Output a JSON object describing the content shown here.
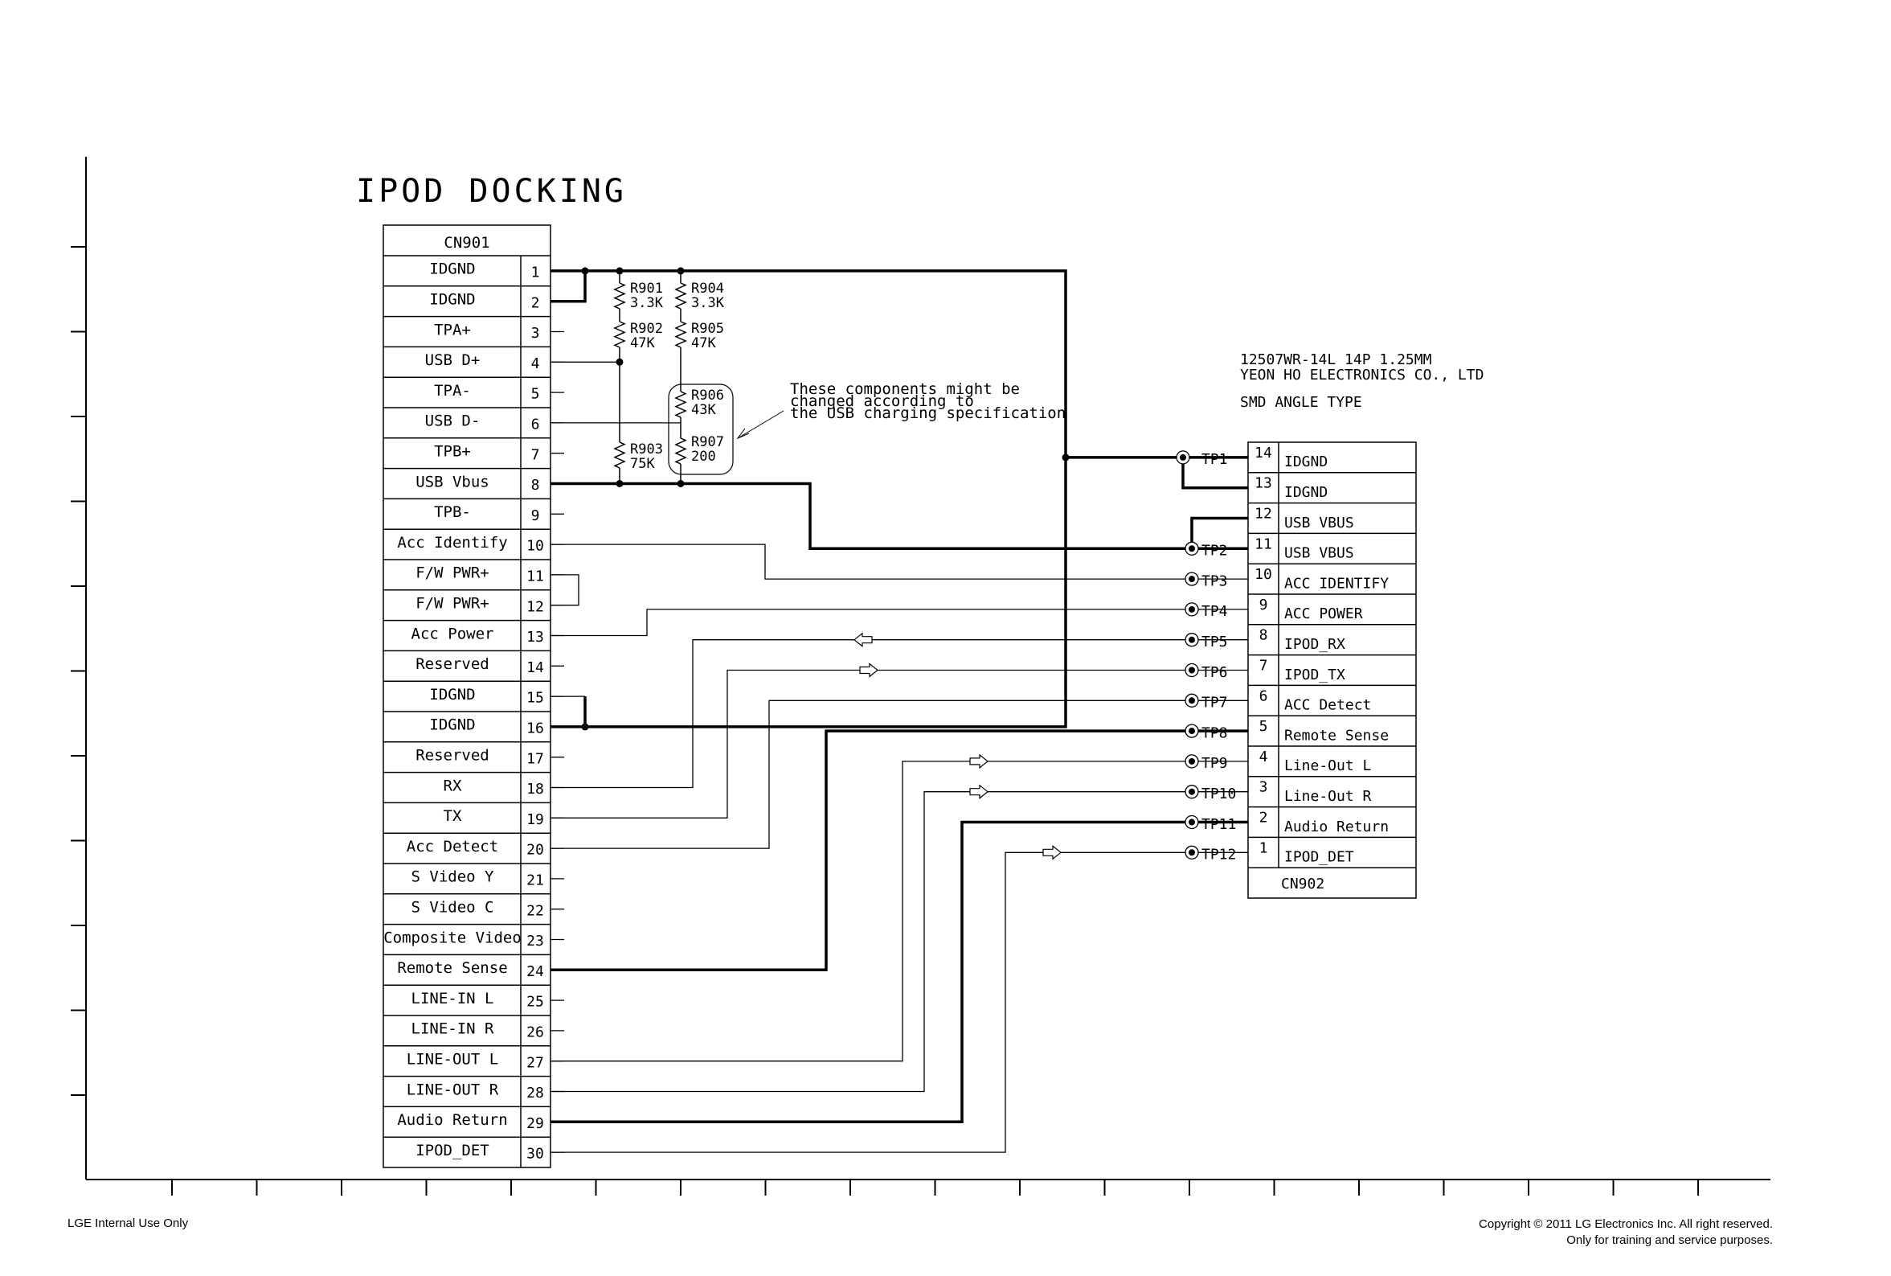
{
  "title": "IPOD DOCKING",
  "cn901": {
    "label": "CN901",
    "pins": [
      {
        "num": "1",
        "name": "IDGND"
      },
      {
        "num": "2",
        "name": "IDGND"
      },
      {
        "num": "3",
        "name": "TPA+"
      },
      {
        "num": "4",
        "name": "USB D+"
      },
      {
        "num": "5",
        "name": "TPA-"
      },
      {
        "num": "6",
        "name": "USB D-"
      },
      {
        "num": "7",
        "name": "TPB+"
      },
      {
        "num": "8",
        "name": "USB Vbus"
      },
      {
        "num": "9",
        "name": "TPB-"
      },
      {
        "num": "10",
        "name": "Acc Identify"
      },
      {
        "num": "11",
        "name": "F/W PWR+"
      },
      {
        "num": "12",
        "name": "F/W PWR+"
      },
      {
        "num": "13",
        "name": "Acc Power"
      },
      {
        "num": "14",
        "name": "Reserved"
      },
      {
        "num": "15",
        "name": "IDGND"
      },
      {
        "num": "16",
        "name": "IDGND"
      },
      {
        "num": "17",
        "name": "Reserved"
      },
      {
        "num": "18",
        "name": "RX"
      },
      {
        "num": "19",
        "name": "TX"
      },
      {
        "num": "20",
        "name": "Acc Detect"
      },
      {
        "num": "21",
        "name": "S Video Y"
      },
      {
        "num": "22",
        "name": "S Video C"
      },
      {
        "num": "23",
        "name": "Composite Video"
      },
      {
        "num": "24",
        "name": "Remote Sense"
      },
      {
        "num": "25",
        "name": "LINE-IN L"
      },
      {
        "num": "26",
        "name": "LINE-IN R"
      },
      {
        "num": "27",
        "name": "LINE-OUT L"
      },
      {
        "num": "28",
        "name": "LINE-OUT R"
      },
      {
        "num": "29",
        "name": "Audio Return"
      },
      {
        "num": "30",
        "name": "IPOD_DET"
      }
    ]
  },
  "cn902": {
    "label": "CN902",
    "part": "12507WR-14L 14P 1.25MM",
    "maker": "YEON HO ELECTRONICS CO., LTD",
    "type": "SMD ANGLE TYPE",
    "pins": [
      {
        "num": "14",
        "name": "IDGND",
        "tp": "TP1"
      },
      {
        "num": "13",
        "name": "IDGND",
        "tp": ""
      },
      {
        "num": "12",
        "name": "USB VBUS",
        "tp": ""
      },
      {
        "num": "11",
        "name": "USB VBUS",
        "tp": "TP2"
      },
      {
        "num": "10",
        "name": "ACC IDENTIFY",
        "tp": "TP3"
      },
      {
        "num": "9",
        "name": "ACC POWER",
        "tp": "TP4"
      },
      {
        "num": "8",
        "name": "IPOD_RX",
        "tp": "TP5"
      },
      {
        "num": "7",
        "name": "IPOD_TX",
        "tp": "TP6"
      },
      {
        "num": "6",
        "name": "ACC Detect",
        "tp": "TP7"
      },
      {
        "num": "5",
        "name": "Remote Sense",
        "tp": "TP8"
      },
      {
        "num": "4",
        "name": "Line-Out L",
        "tp": "TP9"
      },
      {
        "num": "3",
        "name": "Line-Out R",
        "tp": "TP10"
      },
      {
        "num": "2",
        "name": "Audio Return",
        "tp": "TP11"
      },
      {
        "num": "1",
        "name": "IPOD_DET",
        "tp": "TP12"
      }
    ]
  },
  "resistors": [
    {
      "ref": "R901",
      "value": "3.3K"
    },
    {
      "ref": "R902",
      "value": "47K"
    },
    {
      "ref": "R903",
      "value": "75K"
    },
    {
      "ref": "R904",
      "value": "3.3K"
    },
    {
      "ref": "R905",
      "value": "47K"
    },
    {
      "ref": "R906",
      "value": "43K"
    },
    {
      "ref": "R907",
      "value": "200"
    }
  ],
  "note": {
    "line1": "These components might be",
    "line2": "changed according to",
    "line3": "the USB charging specification"
  },
  "footer": {
    "left": "LGE Internal Use Only",
    "right1": "Copyright © 2011 LG Electronics Inc. All right reserved.",
    "right2": "Only for training and service purposes."
  }
}
